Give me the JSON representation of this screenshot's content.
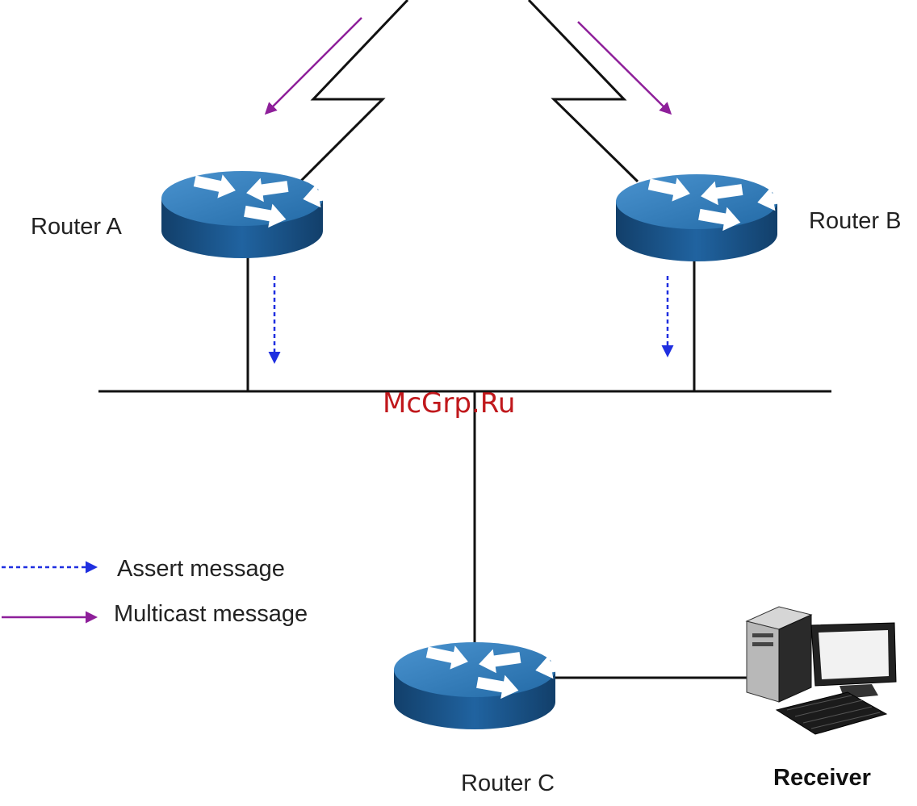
{
  "diagram": {
    "nodes": {
      "router_a": {
        "label": "Router A"
      },
      "router_b": {
        "label": "Router B"
      },
      "router_c": {
        "label": "Router C"
      },
      "receiver": {
        "label": "Receiver"
      }
    },
    "legend": {
      "assert": "Assert message",
      "multicast": "Multicast message"
    },
    "colors": {
      "assert": "#1f2fe0",
      "multicast": "#8e1f9a",
      "line": "#111111",
      "router_top": "#2f79b5",
      "router_side": "#1a5a92"
    },
    "icons": {
      "router": "router-icon",
      "computer": "desktop-computer-icon"
    }
  },
  "watermark": "McGrp.Ru"
}
